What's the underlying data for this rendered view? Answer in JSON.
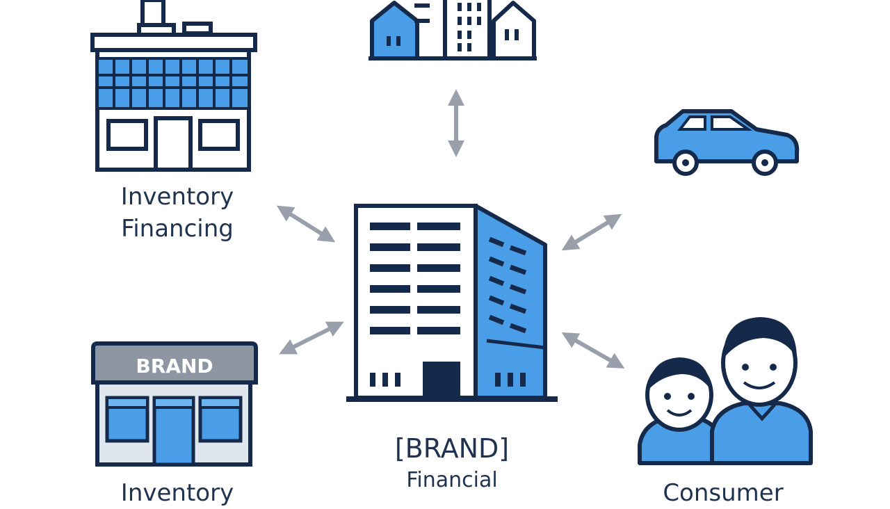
{
  "labels": {
    "inventory_financing_line1": "Inventory",
    "inventory_financing_line2": "Financing",
    "dealer_label_line1": "Inventory",
    "center_line1": "[BRAND]",
    "center_line2": "Financial",
    "consumer_line1": "Consumer"
  },
  "store_sign": "BRAND",
  "colors": {
    "navy": "#15294a",
    "blue": "#4a9ee8",
    "light_blue": "#6bb4f0",
    "gray": "#8e95a3",
    "arrow_gray": "#9aa0ab"
  },
  "icons": [
    "factory-icon",
    "houses-icon",
    "car-icon",
    "bank-building-icon",
    "brand-store-icon",
    "people-icon"
  ]
}
